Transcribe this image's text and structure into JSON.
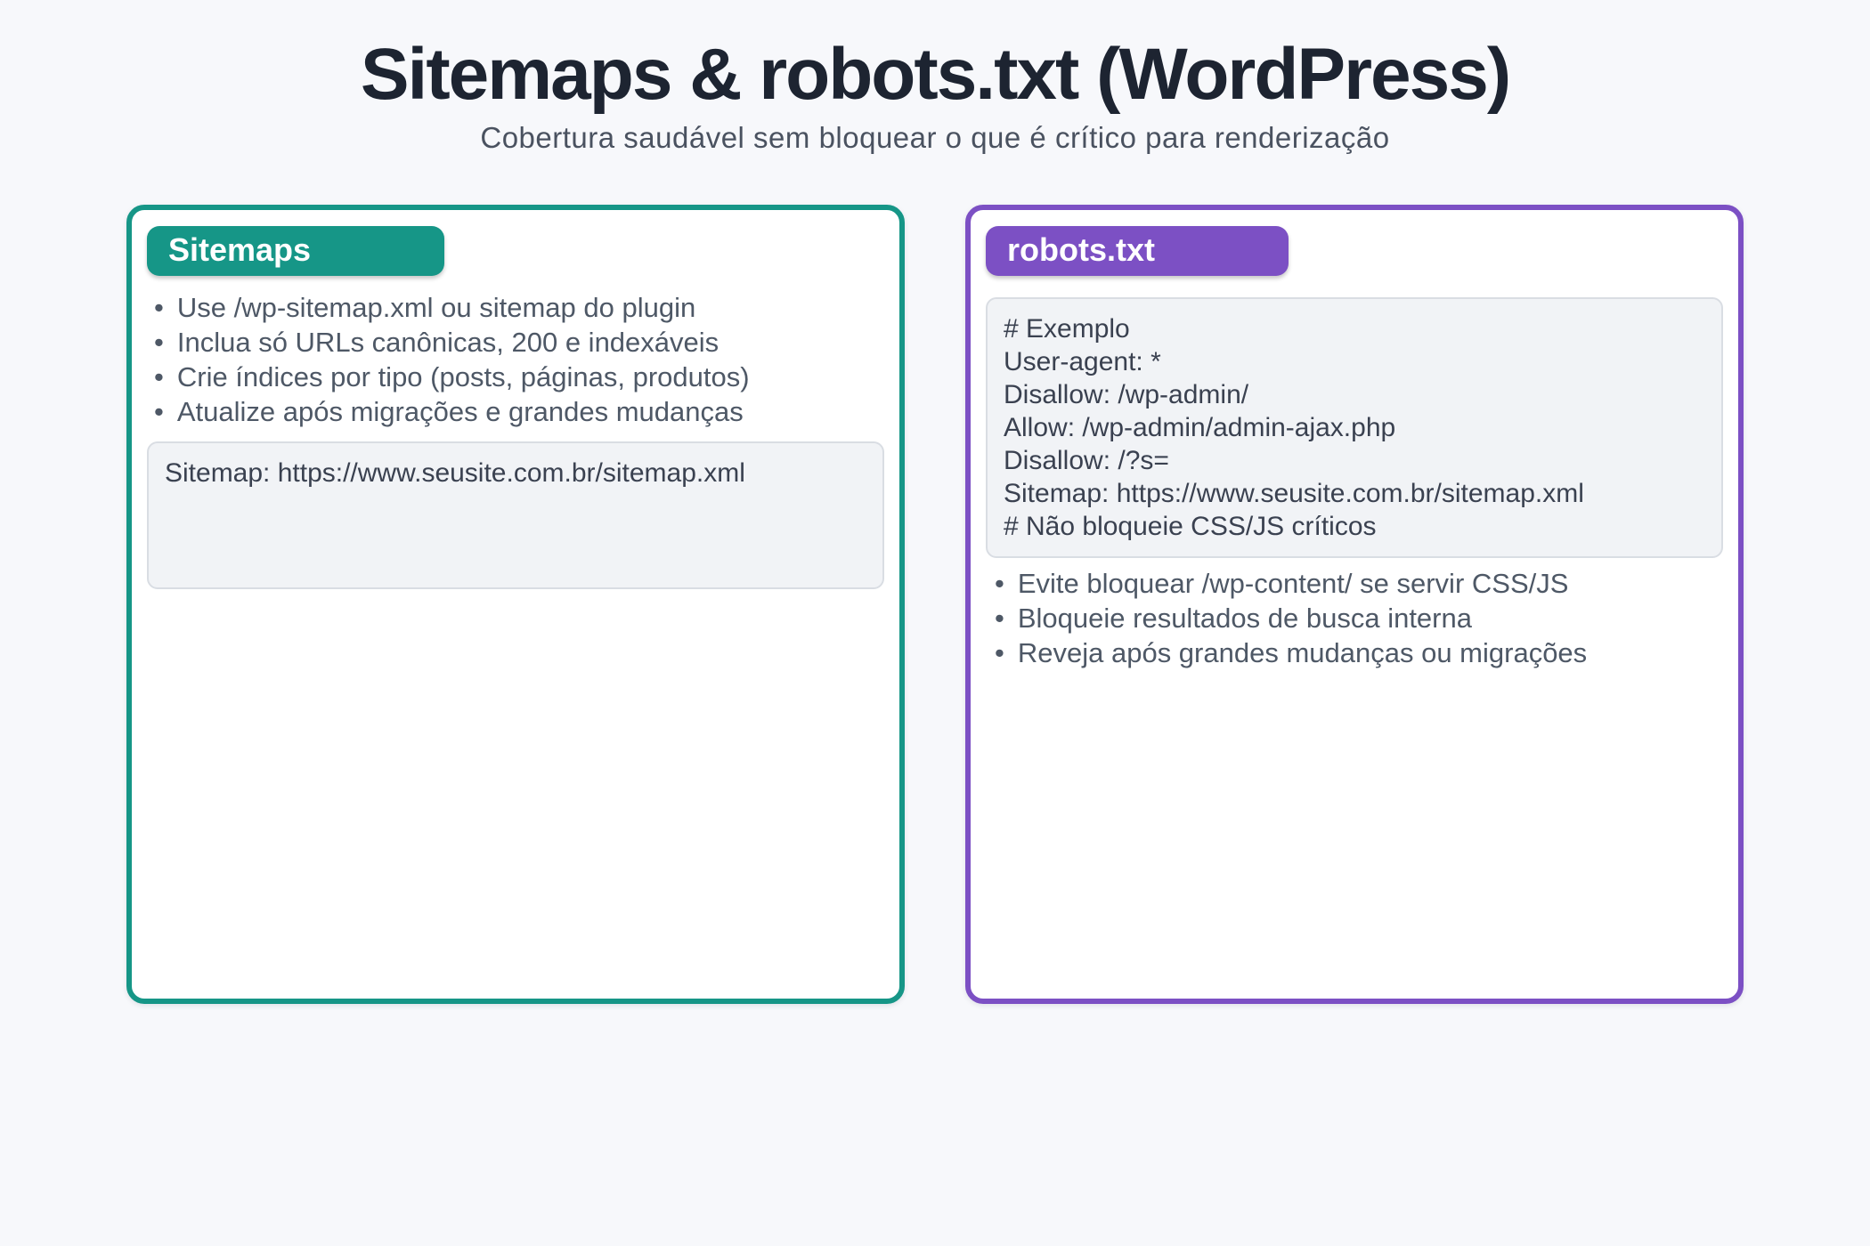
{
  "page": {
    "title": "Sitemaps & robots.txt (WordPress)",
    "subtitle": "Cobertura saudável sem bloquear o que é crítico para renderização"
  },
  "colors": {
    "background": "#f7f8fb",
    "title_text": "#1d2431",
    "body_text": "#4e5866",
    "teal_accent": "#169687",
    "purple_accent": "#7c50c4",
    "code_bg": "#f1f3f6"
  },
  "cards": [
    {
      "id": "sitemaps",
      "title": "Sitemaps",
      "accent": "#169687",
      "bullets": [
        "Use /wp-sitemap.xml ou sitemap do plugin",
        "Inclua só URLs canônicas, 200 e indexáveis",
        "Crie índices por tipo (posts, páginas, produtos)",
        "Atualize após migrações e grandes mudanças"
      ],
      "code_lines": [
        "Sitemap: https://www.seusite.com.br/sitemap.xml"
      ]
    },
    {
      "id": "robots",
      "title": "robots.txt",
      "accent": "#7c50c4",
      "code_lines": [
        "# Exemplo",
        "User-agent: *",
        "Disallow: /wp-admin/",
        "Allow: /wp-admin/admin-ajax.php",
        "Disallow: /?s=",
        "Sitemap: https://www.seusite.com.br/sitemap.xml",
        "# Não bloqueie CSS/JS críticos"
      ],
      "bullets": [
        "Evite bloquear /wp-content/ se servir CSS/JS",
        "Bloqueie resultados de busca interna",
        "Reveja após grandes mudanças ou migrações"
      ]
    }
  ]
}
